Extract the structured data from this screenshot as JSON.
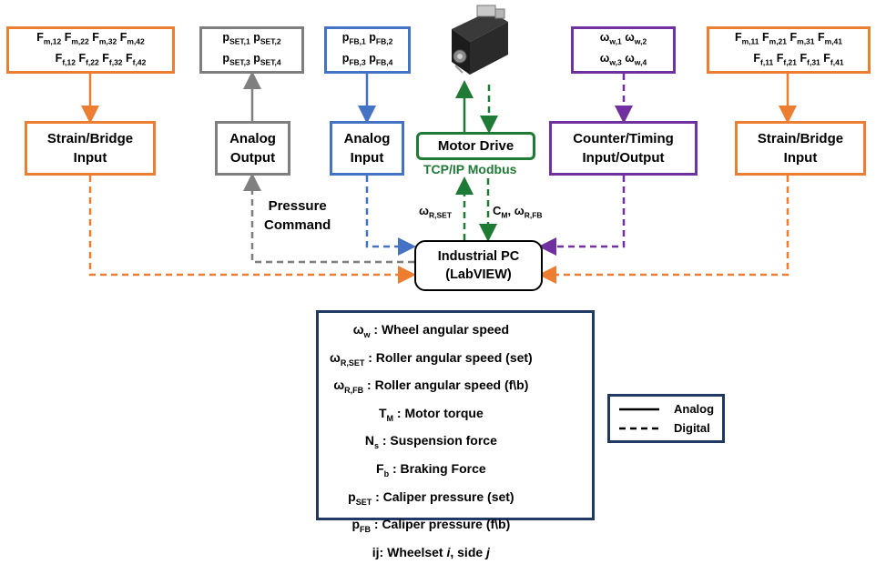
{
  "signals": {
    "f_left": {
      "row1": [
        "F",
        "m,12",
        "F",
        "m,22",
        "F",
        "m,32",
        "F",
        "m,42"
      ],
      "row2": [
        "F",
        "f,12",
        "F",
        "f,22",
        "F",
        "f,32",
        "F",
        "f,42"
      ]
    },
    "p_set": {
      "row1": [
        "p",
        "SET,1",
        "p",
        "SET,2"
      ],
      "row2": [
        "p",
        "SET,3",
        "p",
        "SET,4"
      ]
    },
    "p_fb": {
      "row1": [
        "p",
        "FB,1",
        "p",
        "FB,2"
      ],
      "row2": [
        "p",
        "FB,3",
        "p",
        "FB,4"
      ]
    },
    "omega_w": {
      "row1": [
        "ω",
        "w,1",
        "ω",
        "w,2"
      ],
      "row2": [
        "ω",
        "w,3",
        "ω",
        "w,4"
      ]
    },
    "f_right": {
      "row1": [
        "F",
        "m,11",
        "F",
        "m,21",
        "F",
        "m,31",
        "F",
        "m,41"
      ],
      "row2": [
        "F",
        "f,11",
        "F",
        "f,21",
        "F",
        "f,31",
        "F",
        "f,41"
      ]
    }
  },
  "blocks": {
    "strain_left": [
      "Strain/Bridge",
      "Input"
    ],
    "analog_output": [
      "Analog",
      "Output"
    ],
    "analog_input": [
      "Analog",
      "Input"
    ],
    "motor_drive": "Motor Drive",
    "modbus": "TCP/IP Modbus",
    "counter_timing": [
      "Counter/Timing",
      "Input/Output"
    ],
    "strain_right": [
      "Strain/Bridge",
      "Input"
    ],
    "industrial_pc": [
      "Industrial PC",
      "(LabVIEW)"
    ]
  },
  "annotations": {
    "pressure_command": [
      "Pressure",
      "Command"
    ],
    "omega_r_set": [
      "ω",
      "R,SET"
    ],
    "cm_omega_fb": [
      "C",
      "M",
      ", ω",
      "R,FB"
    ]
  },
  "legend": [
    {
      "sym": "ω",
      "sub": "w",
      "text": " : Wheel angular speed"
    },
    {
      "sym": "ω",
      "sub": "R,SET",
      "text": " : Roller angular speed (set)"
    },
    {
      "sym": "ω",
      "sub": "R,FB",
      "text": " : Roller angular speed (f\\b)"
    },
    {
      "sym": "T",
      "sub": "M",
      "text": " : Motor torque"
    },
    {
      "sym": "N",
      "sub": "s",
      "text": " : Suspension force"
    },
    {
      "sym": "F",
      "sub": "b",
      "text": " : Braking Force"
    },
    {
      "sym": "p",
      "sub": "SET",
      "text": " : Caliper pressure (set)"
    },
    {
      "sym": "p",
      "sub": "FB",
      "text": " : Caliper pressure (f\\b)"
    },
    {
      "sym": "ij: Wheelset ",
      "sub": "",
      "text": "",
      "i": "i",
      "mid": ", side ",
      "j": "j"
    }
  ],
  "line_legend": {
    "analog": "Analog",
    "digital": "Digital"
  },
  "colors": {
    "orange": "#ed7d31",
    "gray": "#7f7f7f",
    "blue": "#4472c4",
    "purple": "#7030a0",
    "green": "#1f7a36",
    "navy": "#1f3864",
    "black": "#000000"
  },
  "icons": {
    "motor": "servo-motor-image"
  }
}
